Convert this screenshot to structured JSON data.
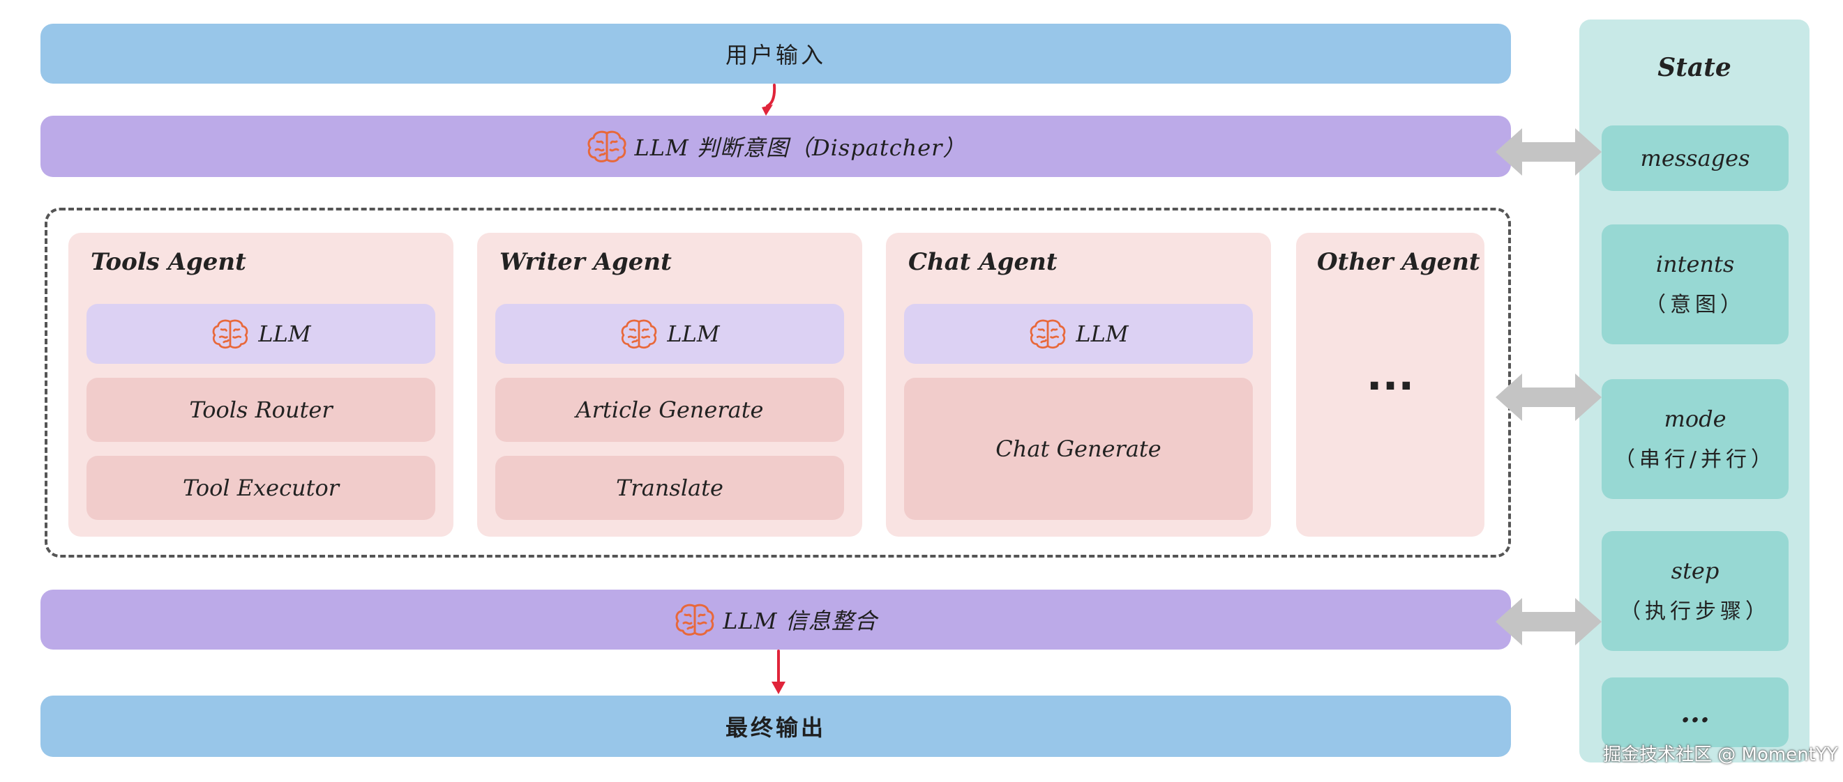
{
  "top": {
    "input_label": "用户输入",
    "dispatcher_label": "LLM 判断意图（Dispatcher）"
  },
  "agents": [
    {
      "title": "Tools Agent",
      "llm_label": "LLM",
      "steps": [
        "Tools Router",
        "Tool Executor"
      ]
    },
    {
      "title": "Writer Agent",
      "llm_label": "LLM",
      "steps": [
        "Article Generate",
        "Translate"
      ]
    },
    {
      "title": "Chat Agent",
      "llm_label": "LLM",
      "steps": [
        "Chat Generate"
      ]
    },
    {
      "title": "Other Agent",
      "ellipsis": "..."
    }
  ],
  "bottom": {
    "integrate_label": "LLM 信息整合",
    "output_label": "最终输出"
  },
  "state": {
    "title": "State",
    "items": [
      {
        "en": "messages",
        "zh": ""
      },
      {
        "en": "intents",
        "zh": "（意图）"
      },
      {
        "en": "mode",
        "zh": "（串行/并行）"
      },
      {
        "en": "step",
        "zh": "（执行步骤）"
      },
      {
        "en": "...",
        "zh": ""
      }
    ]
  },
  "watermark": "掘金技术社区 @ MomentYY",
  "colors": {
    "io_band": "#98c6e9",
    "llm_band": "#bcaae8",
    "agent_bg": "#f9e3e2",
    "llm_box": "#dcd1f3",
    "step_box": "#f1cccb",
    "state_panel": "#c8e9e7",
    "state_item": "#97d8d3",
    "flow_arrow": "#e0243a",
    "state_arrow": "#c4c4c4",
    "brain_icon": "#e8683a"
  }
}
